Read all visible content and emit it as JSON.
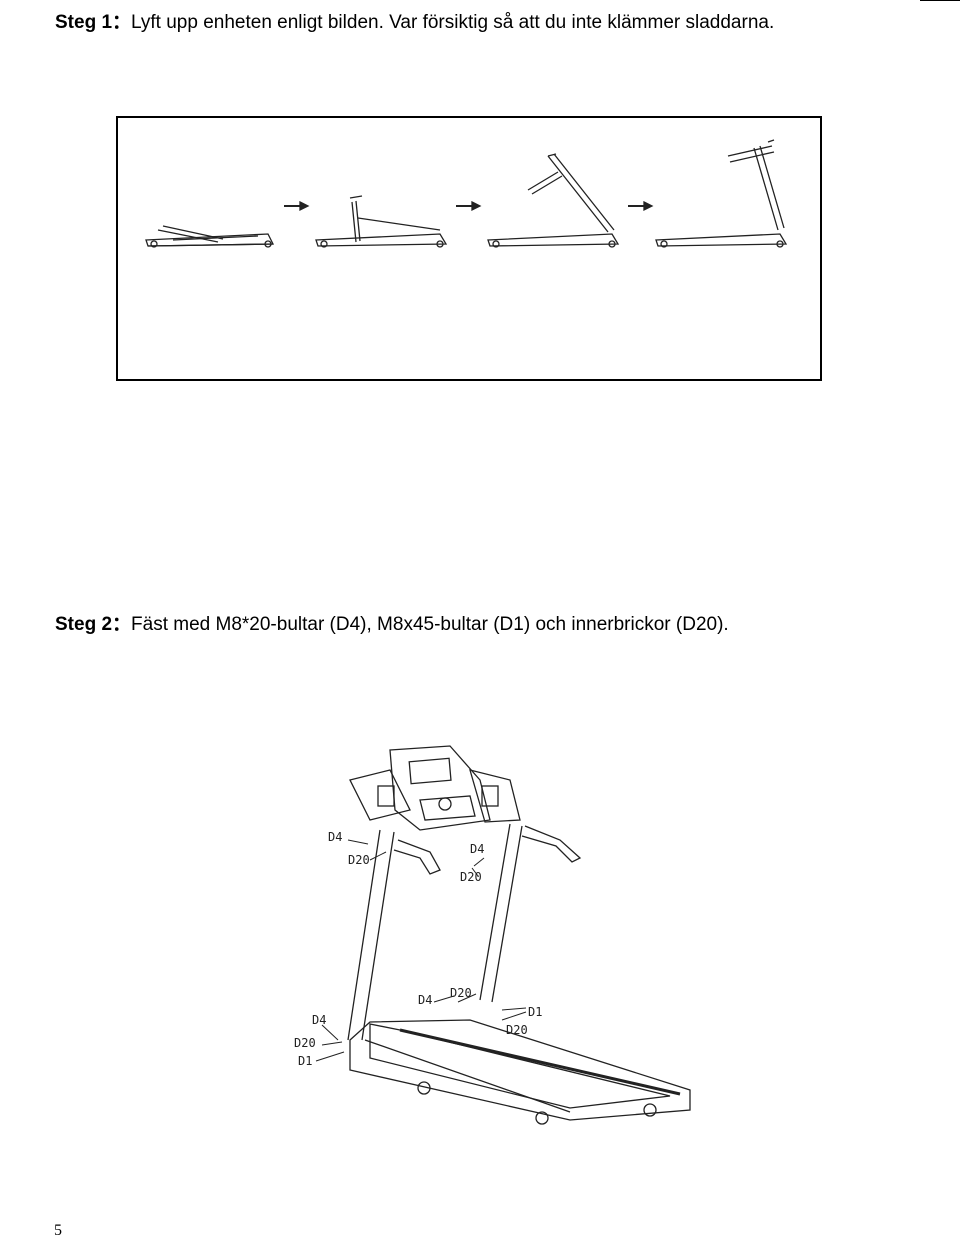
{
  "step1": {
    "label": "Steg 1：",
    "text": "Lyft upp enheten enligt bilden. Var försiktig så att du inte klämmer sladdarna."
  },
  "step2": {
    "label": "Steg 2：",
    "text": "Fäst med M8*20-bultar (D4), M8x45-bultar (D1) och innerbrickor (D20)."
  },
  "callouts": {
    "d4": "D4",
    "d20": "D20",
    "d1": "D1"
  },
  "page_number": "5"
}
